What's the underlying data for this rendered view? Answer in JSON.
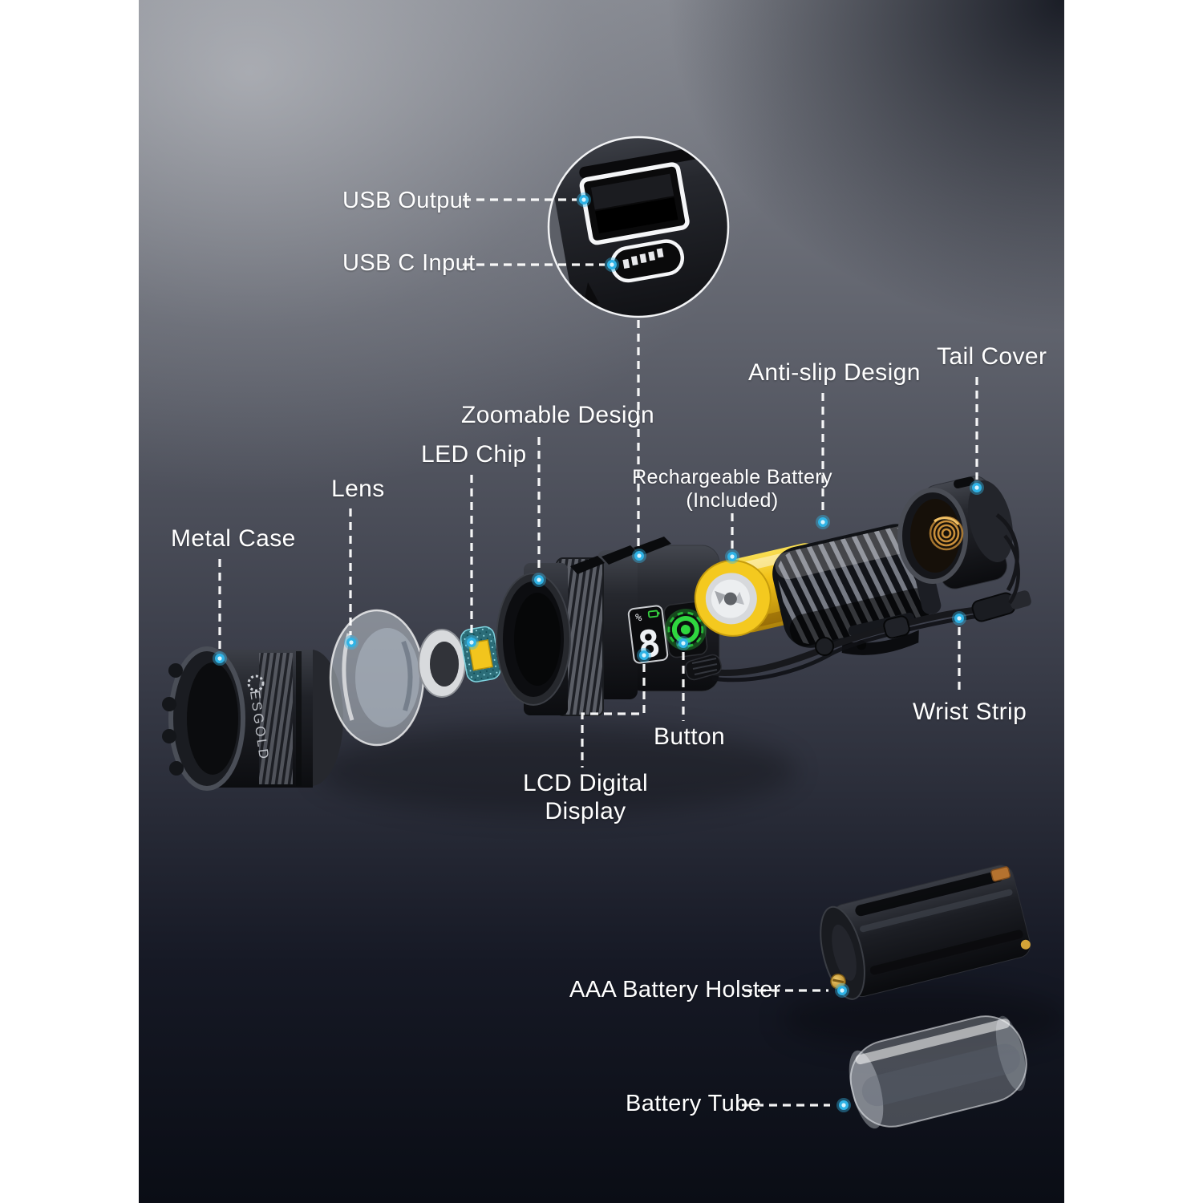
{
  "photo": {
    "labels": {
      "usb_output": "USB Output",
      "usb_c_input": "USB C Input",
      "zoomable_design": "Zoomable Design",
      "led_chip": "LED Chip",
      "lens": "Lens",
      "metal_case": "Metal Case",
      "rechargeable_battery_l1": "Rechargeable Battery",
      "rechargeable_battery_l2": "(Included)",
      "anti_slip_design": "Anti-slip Design",
      "tail_cover": "Tail Cover",
      "wrist_strip": "Wrist Strip",
      "button": "Button",
      "lcd_display_l1": "LCD Digital",
      "lcd_display_l2": "Display",
      "aaa_battery_holster": "AAA Battery Holster",
      "battery_tube": "Battery Tube"
    },
    "flashlight": {
      "brand": "ESGOLD",
      "lcd_value": "8",
      "lcd_percent": "%"
    },
    "colors": {
      "label_text": "#ffffff",
      "callout_dot": "#35b9ea",
      "battery_yellow": "#f2c117",
      "button_green": "#2fd63f",
      "spring_gold": "#c98f3a",
      "background_top": "#83868e",
      "background_bottom": "#0a0d15"
    }
  }
}
